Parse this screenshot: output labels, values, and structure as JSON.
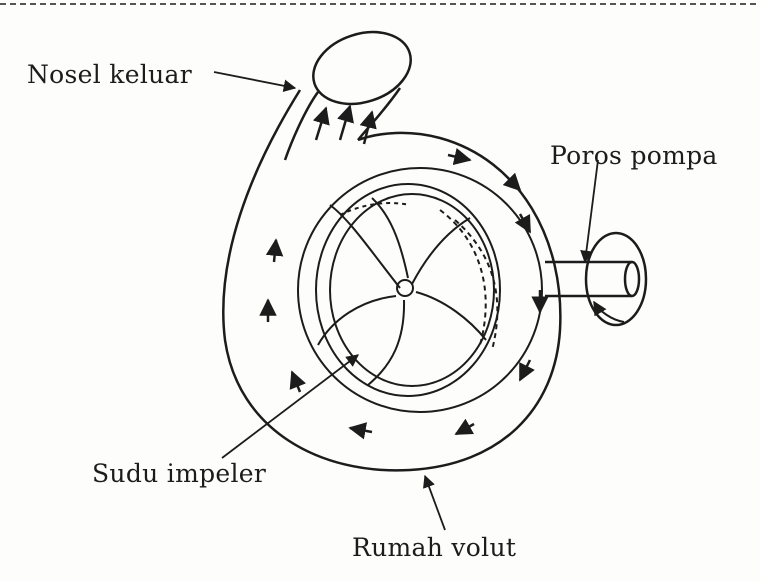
{
  "labels": {
    "outlet_nozzle": "Nosel keluar",
    "pump_shaft": "Poros pompa",
    "impeller_vane": "Sudu impeler",
    "volute_casing": "Rumah volut"
  },
  "colors": {
    "ink": "#1c1c1c",
    "paper": "#fdfdfc"
  }
}
